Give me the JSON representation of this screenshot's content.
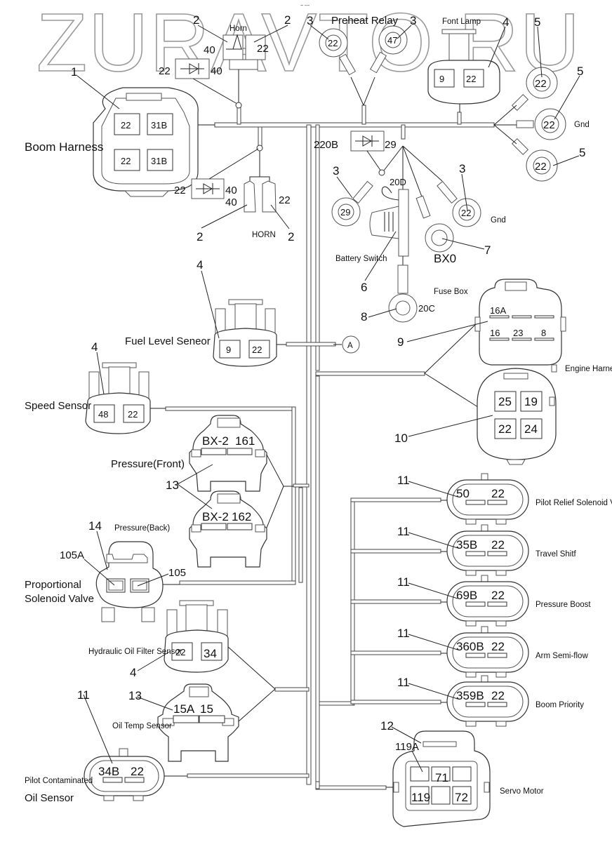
{
  "watermark": "ZURAVTO.RU",
  "corner_mark": "~ ---",
  "harness_trunk_label": "A",
  "components": {
    "horn_top": {
      "title": "Horn",
      "item": "2",
      "pins": [
        "40",
        "22"
      ],
      "diode_pins": [
        "22",
        "40"
      ]
    },
    "preheat_relay": {
      "title": "Preheat Relay",
      "item": "3",
      "terminals": [
        "22",
        "47"
      ]
    },
    "font_lamp": {
      "title": "Font Lamp",
      "item": "4",
      "pins": [
        "9",
        "22"
      ]
    },
    "gnd_top": {
      "title": "Gnd",
      "item": "5",
      "terminals": [
        "22",
        "22",
        "22"
      ]
    },
    "boom_harness": {
      "title": "Boom Harness",
      "item": "1",
      "pins": [
        "22",
        "31B",
        "22",
        "31B"
      ]
    },
    "horn_bottom": {
      "title": "HORN",
      "item": "2",
      "pins": [
        "40",
        "22"
      ],
      "diode_pins": [
        "22",
        "40"
      ]
    },
    "diode_battery": {
      "pins": [
        "220B",
        "29"
      ]
    },
    "battery_terminals": {
      "item": "3",
      "terminals": [
        "29",
        "22"
      ],
      "gnd_label": "Gnd"
    },
    "battery_switch": {
      "title": "Battery Switch",
      "item": "6",
      "pin": "20D"
    },
    "bx0": {
      "label": "BX0",
      "item": "7"
    },
    "fuse_box": {
      "title": "Fuse Box",
      "item": "8",
      "pin": "20C"
    },
    "fuel_level": {
      "title": "Fuel Level Seneor",
      "item": "4",
      "pins": [
        "9",
        "22"
      ]
    },
    "engine_harness_9": {
      "item": "9",
      "pins_top": [
        "16A",
        "",
        ""
      ],
      "pins_bottom": [
        "16",
        "23",
        "8"
      ]
    },
    "engine_harness_10": {
      "title": "Engine Harness",
      "item": "10",
      "pins": [
        "25",
        "19",
        "22",
        "24"
      ]
    },
    "speed_sensor": {
      "title": "Speed Sensor",
      "item": "4",
      "pins": [
        "48",
        "22"
      ]
    },
    "pressure_front": {
      "title": "Pressure(Front)",
      "item": "13",
      "pins": [
        "BX-2",
        "161"
      ]
    },
    "pressure_back": {
      "title": "Pressure(Back)",
      "item": "13",
      "pins": [
        "BX-2",
        "162"
      ]
    },
    "proportional_valve": {
      "title_line1": "Proportional",
      "title_line2": "Solenoid Valve",
      "item": "14",
      "pins": [
        "105A",
        "105"
      ]
    },
    "hyd_oil_filter": {
      "title": "Hydraulic Oil Filter Sensor",
      "item": "4",
      "pins": [
        "22",
        "34"
      ]
    },
    "oil_temp": {
      "title": "Oil Temp Sensor",
      "item": "13",
      "pins": [
        "15A",
        "15"
      ]
    },
    "pilot_contaminated": {
      "title_line1": "Pilot Contaminated",
      "title_line2": "Oil Sensor",
      "item": "11",
      "pins": [
        "34B",
        "22"
      ]
    },
    "solenoids": [
      {
        "title": "Pilot Relief Solenoid Valve",
        "item": "11",
        "pins": [
          "50",
          "22"
        ]
      },
      {
        "title": "Travel Shitf",
        "item": "11",
        "pins": [
          "35B",
          "22"
        ]
      },
      {
        "title": "Pressure Boost",
        "item": "11",
        "pins": [
          "69B",
          "22"
        ]
      },
      {
        "title": "Arm Semi-flow",
        "item": "11",
        "pins": [
          "360B",
          "22"
        ]
      },
      {
        "title": "Boom Priority",
        "item": "11",
        "pins": [
          "359B",
          "22"
        ]
      }
    ],
    "servo_motor": {
      "title": "Servo Motor",
      "item": "12",
      "callout": "119A",
      "pins_top": [
        "",
        "71",
        ""
      ],
      "pins_bottom": [
        "119",
        "",
        "72"
      ]
    }
  }
}
